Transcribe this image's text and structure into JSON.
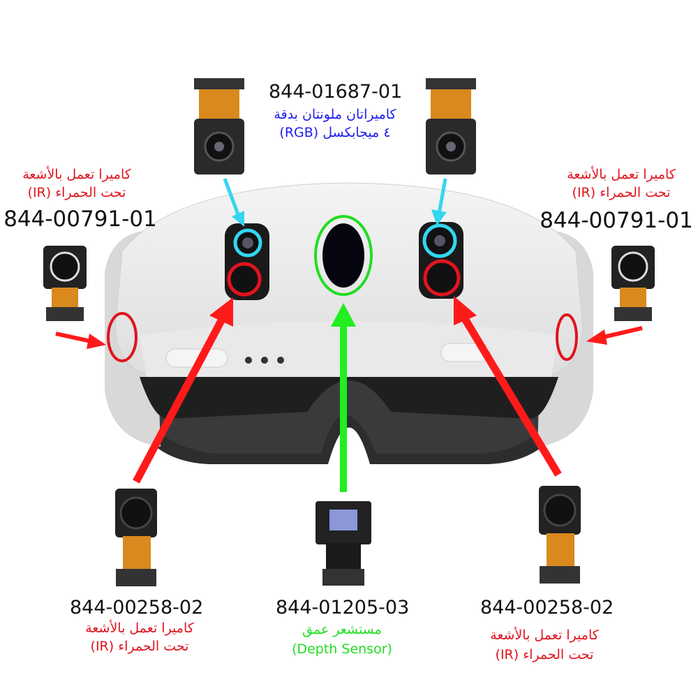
{
  "title": "Headset camera and sensor map",
  "rgb_cameras": {
    "part_number": "844-01687-01",
    "label_ar": "كاميراتان ملونتان بدقة",
    "label_ar2": "٤ ميجابكسل (RGB)"
  },
  "side_ir_left": {
    "part_number": "844-00791-01",
    "label_ar": "كاميرا تعمل بالأشعة",
    "label_ar2": "تحت الحمراء (IR)"
  },
  "side_ir_right": {
    "part_number": "844-00791-01",
    "label_ar": "كاميرا تعمل بالأشعة",
    "label_ar2": "تحت الحمراء (IR)"
  },
  "bottom_ir_left": {
    "part_number": "844-00258-02",
    "label_ar": "كاميرا تعمل بالأشعة",
    "label_ar2": "تحت الحمراء (IR)"
  },
  "bottom_ir_right": {
    "part_number": "844-00258-02",
    "label_ar": "كاميرا تعمل بالأشعة",
    "label_ar2": "تحت الحمراء (IR)"
  },
  "depth_sensor": {
    "part_number": "844-01205-03",
    "label_ar": "مستشعر عمق",
    "label_en": "(Depth Sensor)"
  },
  "colors": {
    "ir": "#e0141e",
    "rgb": "#1d1df0",
    "rgb_arrow": "#33d6f0",
    "depth": "#22dd22"
  }
}
